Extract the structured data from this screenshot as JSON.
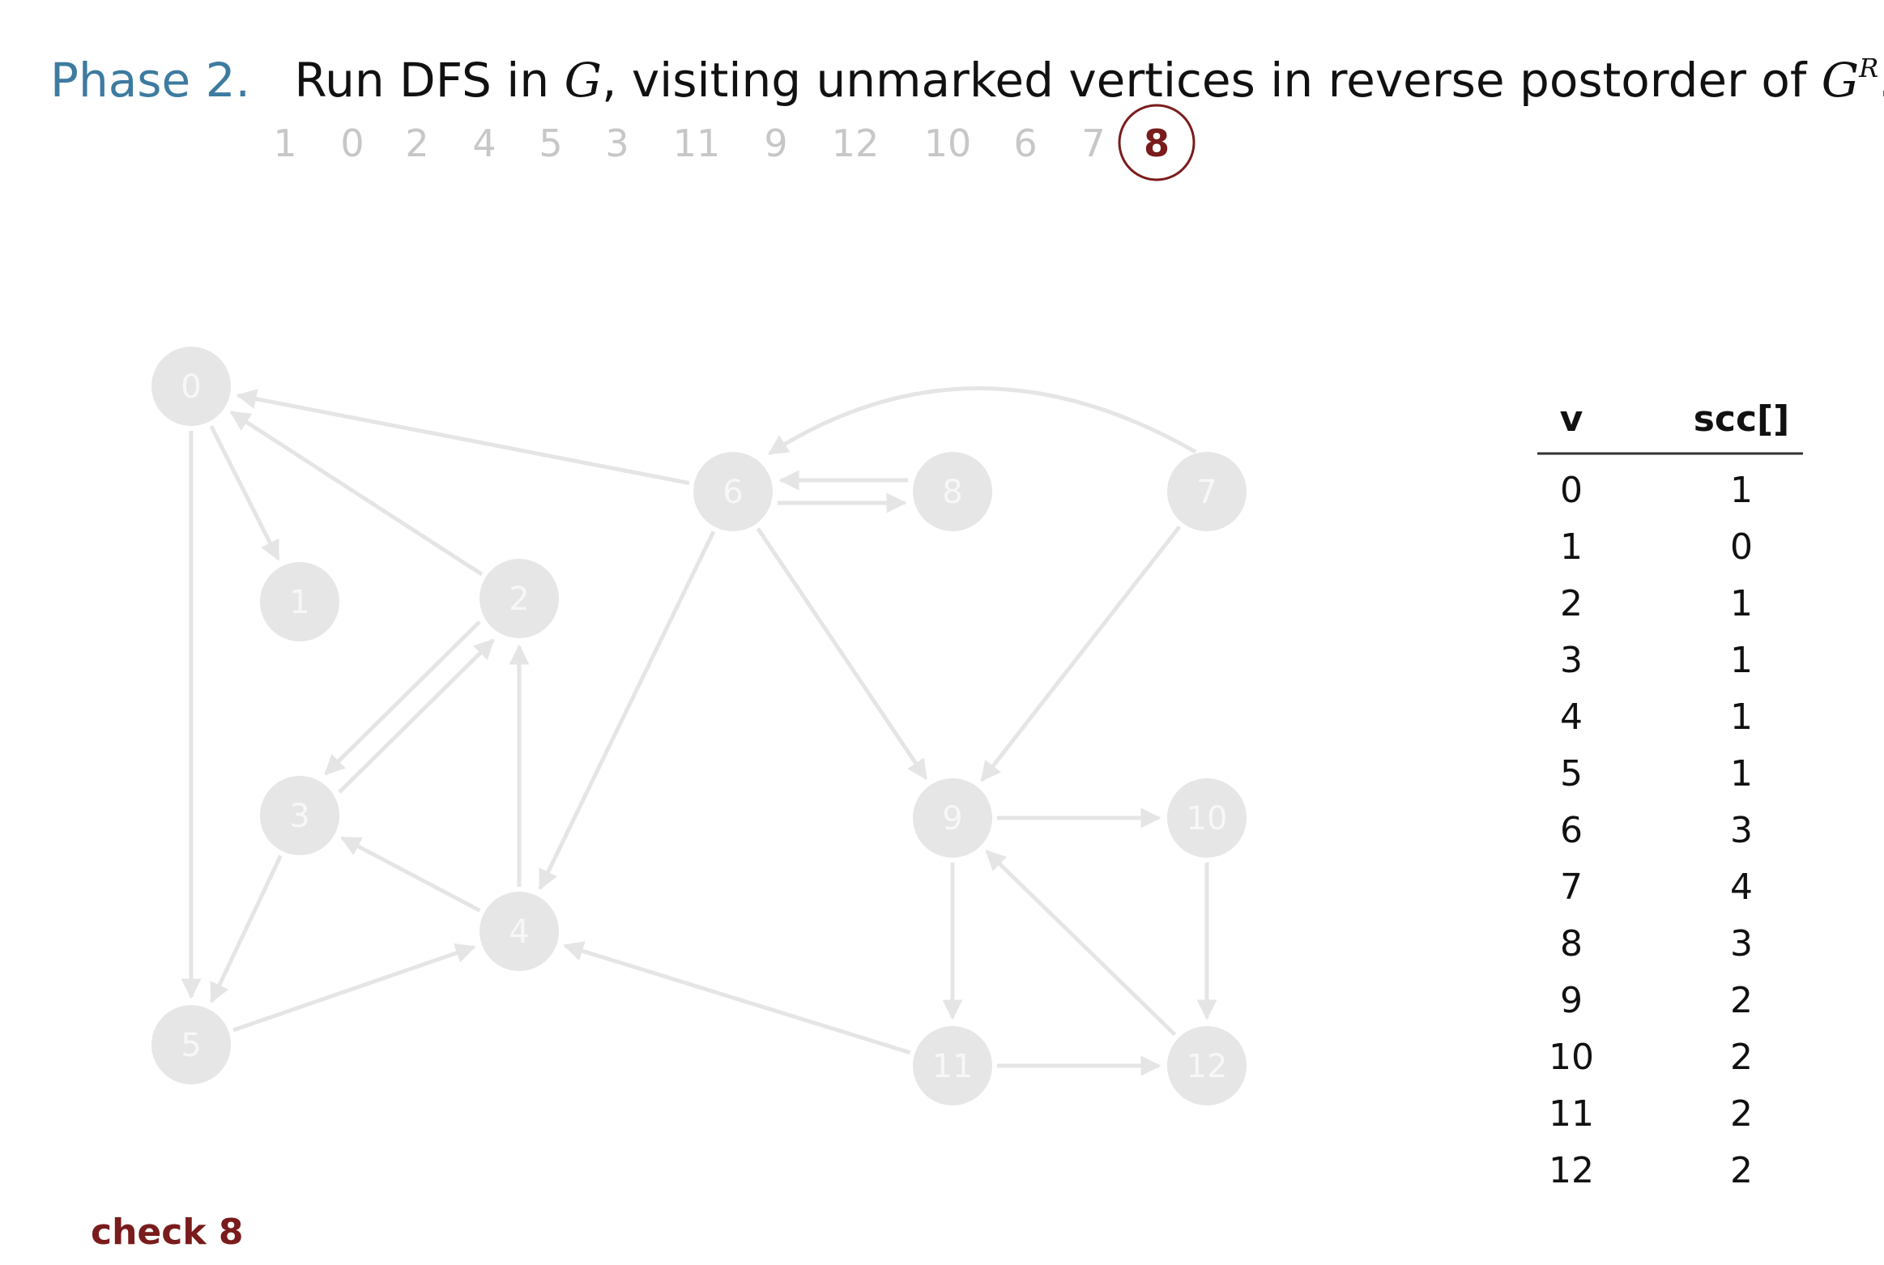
{
  "title": {
    "phase": "Phase 2.",
    "text_before_g": "Run DFS in ",
    "graph_symbol": "G",
    "text_middle": ", visiting unmarked vertices in reverse postorder of ",
    "reverse_symbol": "G",
    "reverse_sup": "R",
    "period": "."
  },
  "order": [
    "1",
    "0",
    "2",
    "4",
    "5",
    "3",
    "11",
    "9",
    "12",
    "10",
    "6",
    "7",
    "8"
  ],
  "current_index": 12,
  "graph": {
    "nodes": [
      {
        "id": "0",
        "label": "0"
      },
      {
        "id": "1",
        "label": "1"
      },
      {
        "id": "2",
        "label": "2"
      },
      {
        "id": "3",
        "label": "3"
      },
      {
        "id": "4",
        "label": "4"
      },
      {
        "id": "5",
        "label": "5"
      },
      {
        "id": "6",
        "label": "6"
      },
      {
        "id": "7",
        "label": "7"
      },
      {
        "id": "8",
        "label": "8"
      },
      {
        "id": "9",
        "label": "9"
      },
      {
        "id": "10",
        "label": "10"
      },
      {
        "id": "11",
        "label": "11"
      },
      {
        "id": "12",
        "label": "12"
      }
    ],
    "edges": [
      [
        "0",
        "1"
      ],
      [
        "0",
        "5"
      ],
      [
        "2",
        "0"
      ],
      [
        "6",
        "0"
      ],
      [
        "2",
        "3"
      ],
      [
        "3",
        "2"
      ],
      [
        "3",
        "5"
      ],
      [
        "4",
        "3"
      ],
      [
        "4",
        "2"
      ],
      [
        "5",
        "4"
      ],
      [
        "6",
        "8"
      ],
      [
        "8",
        "6"
      ],
      [
        "6",
        "4"
      ],
      [
        "6",
        "9"
      ],
      [
        "7",
        "6"
      ],
      [
        "7",
        "9"
      ],
      [
        "9",
        "10"
      ],
      [
        "9",
        "11"
      ],
      [
        "10",
        "12"
      ],
      [
        "11",
        "12"
      ],
      [
        "12",
        "9"
      ],
      [
        "11",
        "4"
      ]
    ]
  },
  "table": {
    "col_v": "v",
    "col_scc": "scc[]",
    "rows": [
      {
        "v": "0",
        "scc": "1"
      },
      {
        "v": "1",
        "scc": "0"
      },
      {
        "v": "2",
        "scc": "1"
      },
      {
        "v": "3",
        "scc": "1"
      },
      {
        "v": "4",
        "scc": "1"
      },
      {
        "v": "5",
        "scc": "1"
      },
      {
        "v": "6",
        "scc": "3"
      },
      {
        "v": "7",
        "scc": "4"
      },
      {
        "v": "8",
        "scc": "3"
      },
      {
        "v": "9",
        "scc": "2"
      },
      {
        "v": "10",
        "scc": "2"
      },
      {
        "v": "11",
        "scc": "2"
      },
      {
        "v": "12",
        "scc": "2"
      }
    ]
  },
  "status": "check 8",
  "colors": {
    "phase_label": "#3d7ba0",
    "highlight": "#7a1c1c",
    "node_fill": "#e6e6e6",
    "edge": "#e5e5e5",
    "inactive_text": "#c7c7c7"
  }
}
